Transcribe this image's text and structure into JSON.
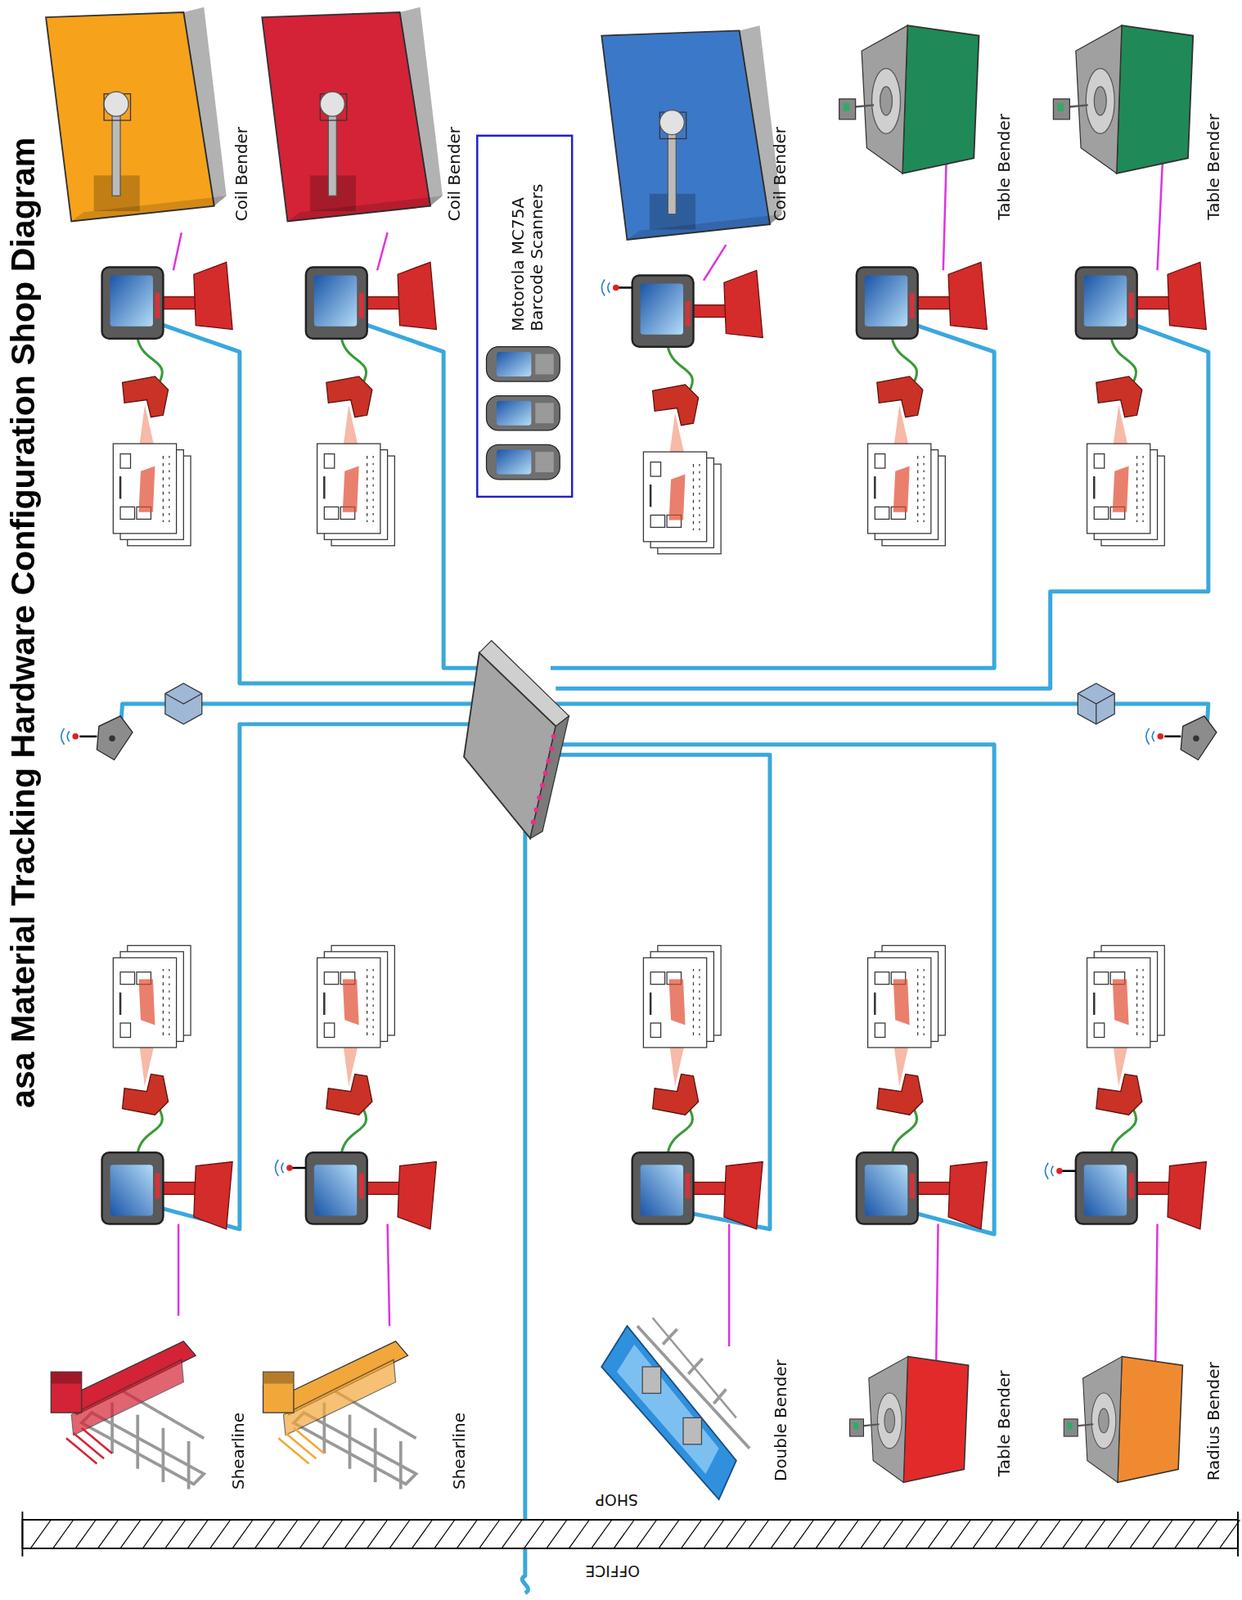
{
  "diagram": {
    "title": "asa Material Tracking Hardware Configuration Shop Diagram",
    "nodes": [
      {
        "text": [
          "Coil Bender"
        ]
      },
      {
        "text": [
          "Coil Bender"
        ]
      },
      {
        "text": [
          "Motorola MC75A Barcode Scanners"
        ]
      },
      {
        "text": [
          "Coil Bender"
        ]
      },
      {
        "text": [
          "Table Bender"
        ]
      },
      {
        "text": [
          "Table Bender"
        ]
      },
      {
        "text": [
          "Shearline"
        ]
      },
      {
        "text": [
          "Shearline"
        ]
      },
      {
        "text": [
          "Double Bender"
        ]
      },
      {
        "text": [
          "Table Bender"
        ]
      },
      {
        "text": [
          "Radius Bender"
        ]
      }
    ],
    "labels": [
      "SHOP",
      "OFFICE"
    ]
  }
}
